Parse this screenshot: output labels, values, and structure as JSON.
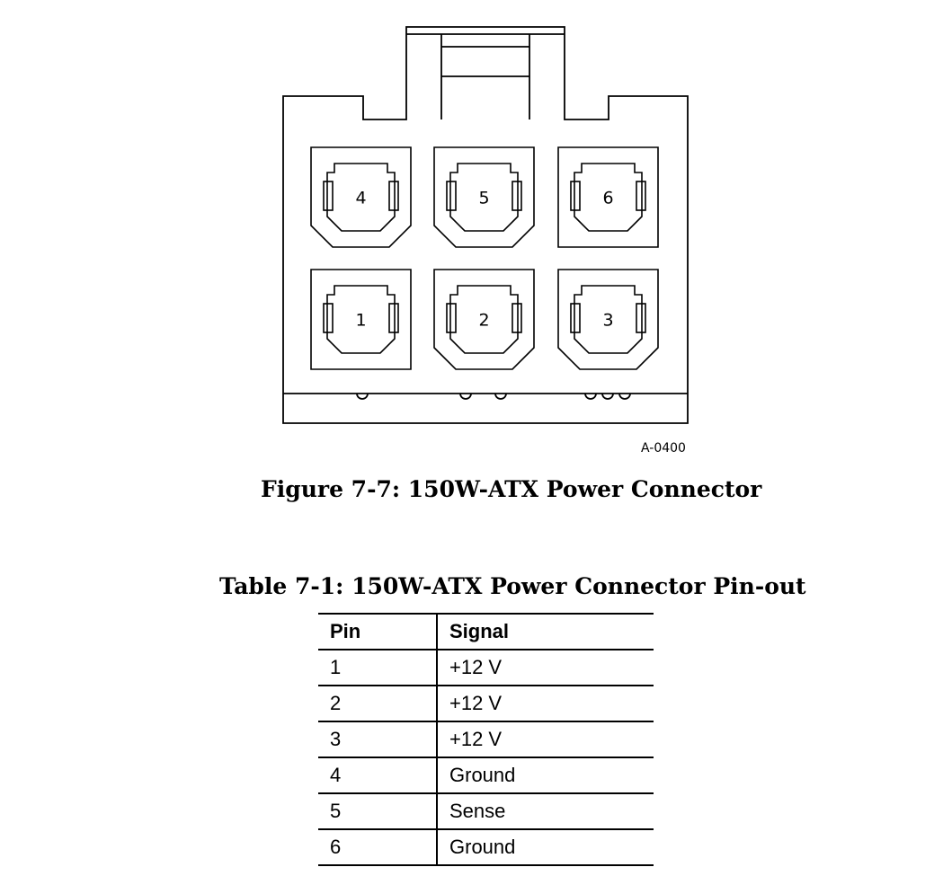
{
  "figure": {
    "pins_top_row": [
      "4",
      "5",
      "6"
    ],
    "pins_bottom_row": [
      "1",
      "2",
      "3"
    ],
    "reference_id": "A-0400",
    "caption": "Figure 7-7:  150W-ATX Power Connector"
  },
  "table": {
    "caption": "Table 7-1:  150W-ATX Power Connector Pin-out",
    "headers": [
      "Pin",
      "Signal"
    ],
    "rows": [
      [
        "1",
        "+12 V"
      ],
      [
        "2",
        "+12 V"
      ],
      [
        "3",
        "+12 V"
      ],
      [
        "4",
        "Ground"
      ],
      [
        "5",
        "Sense"
      ],
      [
        "6",
        "Ground"
      ]
    ]
  }
}
